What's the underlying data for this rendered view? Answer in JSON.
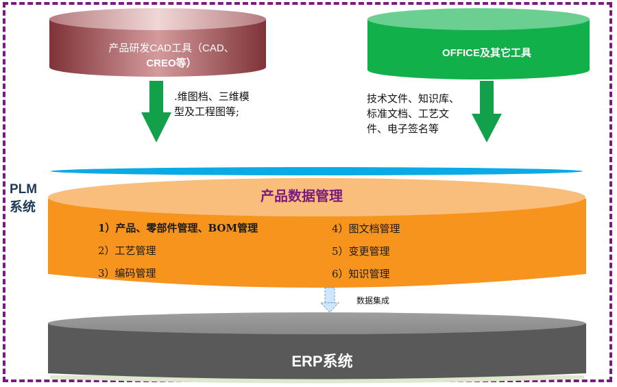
{
  "frame": {
    "border_color": "#7a1a7e",
    "style": "dashed"
  },
  "cad_tool": {
    "line1": "产品研发CAD工具（CAD、",
    "line2": "CREO等）",
    "color": "#a04f55"
  },
  "office_tool": {
    "label": "OFFICE及其它工具",
    "color": "#12b04a"
  },
  "cad_note": {
    "line1": ".维图档、三维模",
    "line2": "型及工程图等;"
  },
  "office_note": {
    "line1": "技术文件、知识库、",
    "line2": "标准文档、工艺文",
    "line3": "件、电子签名等"
  },
  "plm": {
    "line1": "PLM",
    "line2": "系统"
  },
  "pdm": {
    "title": "产品数据管理",
    "color": "#f7941d",
    "items": [
      "1）产品、零部件管理、BOM管理",
      "2）工艺管理",
      "3）编码管理",
      "4）图文档管理",
      "5）变更管理",
      "6）知识管理"
    ]
  },
  "integration": {
    "label": "数据集成"
  },
  "erp": {
    "label": "ERP系统",
    "color": "#595959"
  }
}
